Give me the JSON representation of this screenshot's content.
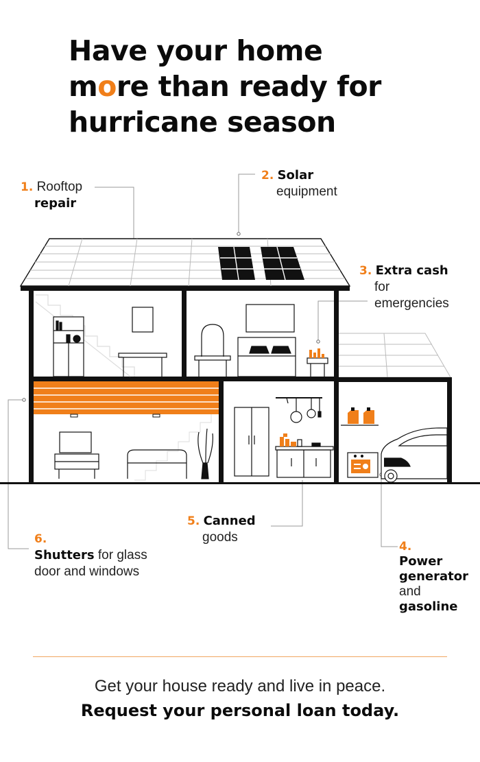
{
  "title": {
    "line1": "Have your home",
    "line2_pre": "m",
    "line2_accent": "o",
    "line2_post": "re than ready for",
    "line3": "hurricane season"
  },
  "labels": {
    "rooftop": {
      "num": "1.",
      "text": "Rooftop",
      "bold": "repair"
    },
    "solar": {
      "num": "2.",
      "bold": "Solar",
      "text": "equipment"
    },
    "cash": {
      "num": "3.",
      "bold": "Extra cash",
      "line2": "for",
      "line3": "emergencies"
    },
    "generator": {
      "num": "4.",
      "bold1": "Power",
      "bold2": "generator",
      "text": "and",
      "bold3": "gasoline"
    },
    "canned": {
      "num": "5.",
      "bold": "Canned",
      "text": "goods"
    },
    "shutters": {
      "num": "6.",
      "bold": "Shutters",
      "text1": "for glass",
      "text2": "door and windows"
    }
  },
  "footer": {
    "line1": "Get your house ready and live in peace.",
    "line2": "Request your personal loan today."
  },
  "colors": {
    "accent": "#f07f1a",
    "ink": "#0b0b0b",
    "line": "#999999",
    "divider": "#f0a560"
  }
}
